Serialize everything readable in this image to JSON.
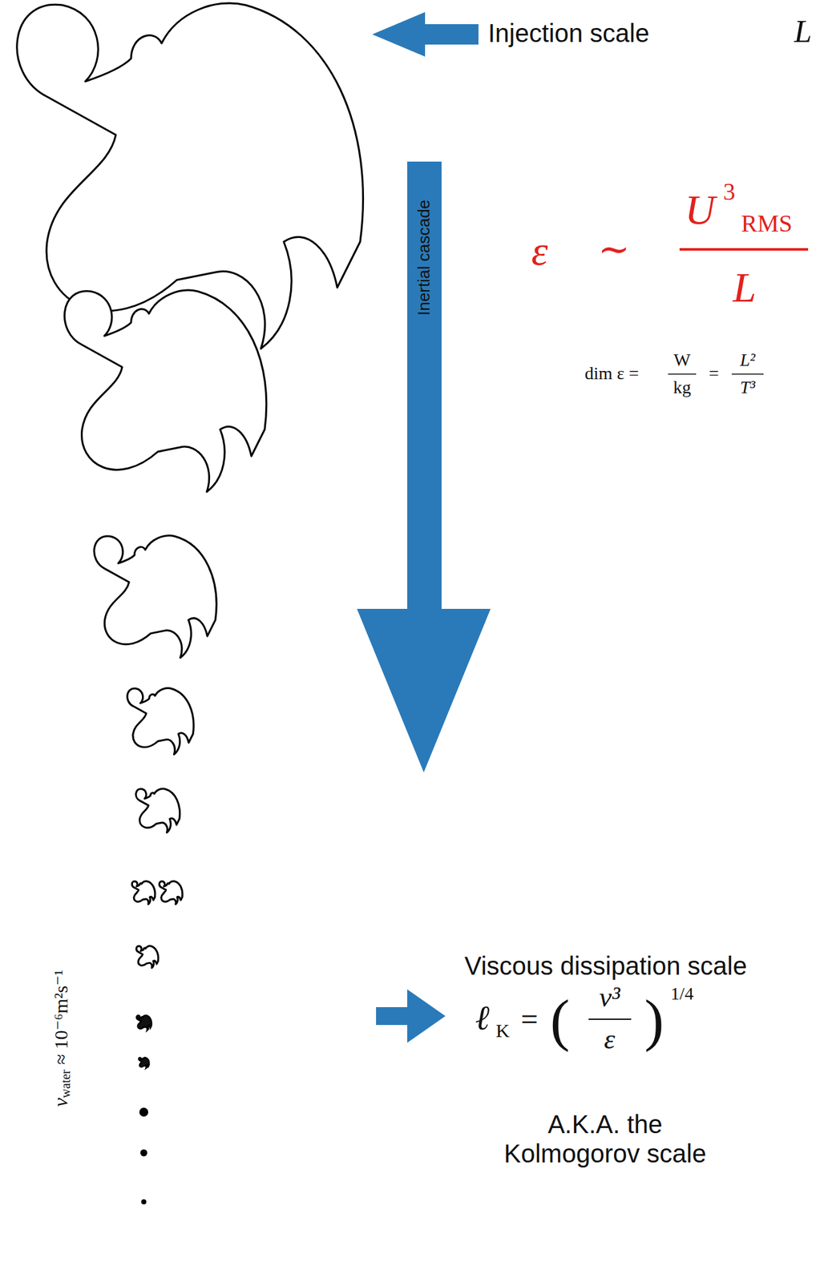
{
  "diagram": {
    "labels": [
      "Injection scale",
      "L",
      "Inertial cascade",
      "ε",
      "∼",
      "U",
      "3",
      "RMS",
      "L",
      "dim ε =",
      "W",
      "kg",
      "=",
      "L²",
      "T³",
      "ν",
      "water",
      "≈ 10⁻⁶m²s⁻¹",
      "Viscous dissipation scale",
      "ℓ",
      "K",
      "=",
      "(",
      "ν³",
      "ε",
      ")",
      "1/4",
      "A.K.A. the Kolmogorov scale"
    ]
  }
}
